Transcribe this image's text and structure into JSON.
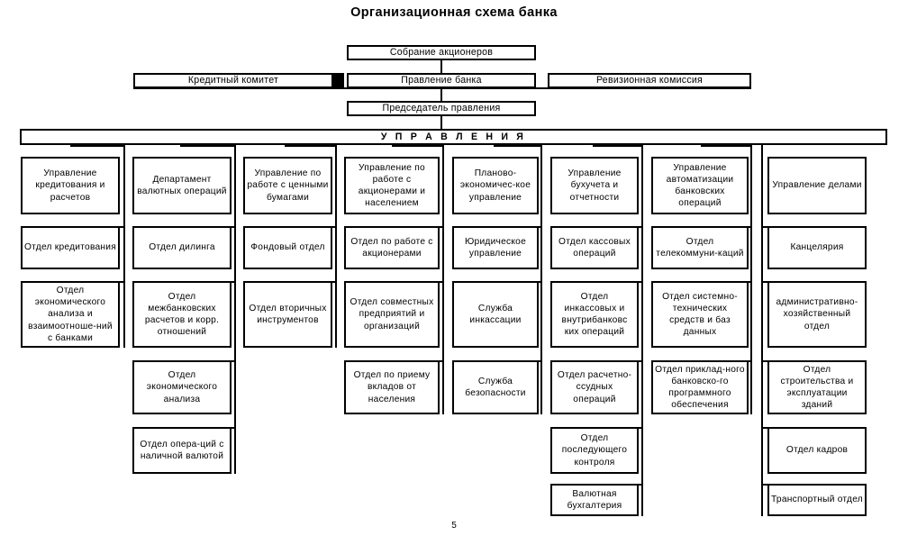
{
  "title": "Организационная схема банка",
  "page_number": "5",
  "top_hierarchy": {
    "shareholders_meeting": "Собрание акционеров",
    "credit_committee": "Кредитный комитет",
    "bank_board": "Правление банка",
    "audit_commission": "Ревизионная комиссия",
    "chairman": "Председатель правления"
  },
  "banner": "У П Р А В Л Е Н И Я",
  "columns": [
    {
      "head": "Управление кредитования и расчетов",
      "items": [
        "Отдел кредитования",
        "Отдел экономического анализа и взаимоотноше-ний с банками"
      ]
    },
    {
      "head": "Департамент валютных операций",
      "items": [
        "Отдел дилинга",
        "Отдел межбанковских расчетов и корр. отношений",
        "Отдел экономического анализа",
        "Отдел опера-ций с наличной валютой"
      ]
    },
    {
      "head": "Управление по работе с ценными бумагами",
      "items": [
        "Фондовый отдел",
        "Отдел вторичных инструментов"
      ]
    },
    {
      "head": "Управление по работе с акционерами и населением",
      "items": [
        "Отдел по работе с акционерами",
        "Отдел совместных предприятий и организаций",
        "Отдел по приему вкладов от населения"
      ]
    },
    {
      "head": "Планово-экономичес-кое управление",
      "items": [
        "Юридическое управление",
        "Служба инкассации",
        "Служба безопасности"
      ]
    },
    {
      "head": "Управление бухучета и отчетности",
      "items": [
        "Отдел кассовых операций",
        "Отдел инкассовых и внутрибанковс ких операций",
        "Отдел расчетно-ссудных операций",
        "Отдел последующего контроля",
        "Валютная бухгалтерия"
      ]
    },
    {
      "head": "Управление автоматизации банковских операций",
      "items": [
        "Отдел телекоммуни-каций",
        "Отдел системно-технических средств и баз данных",
        "Отдел приклад-ного банковско-го программного обеспечения"
      ]
    },
    {
      "head": "Управление делами",
      "items": [
        "Канцелярия",
        "административно-хозяйственный отдел",
        "Отдел строительства и эксплуатации зданий",
        "Отдел кадров",
        "Транспортный отдел"
      ]
    }
  ],
  "colors": {
    "line": "#000000",
    "background": "#ffffff",
    "text": "#000000"
  }
}
